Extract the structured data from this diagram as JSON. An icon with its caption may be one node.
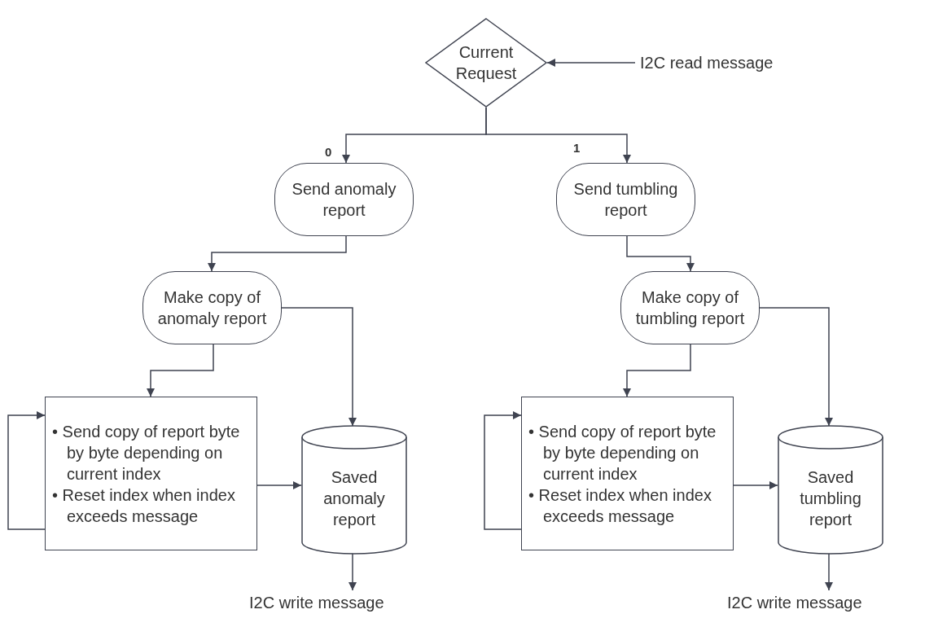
{
  "diagram": {
    "nodes": [
      {
        "text": [
          "Current Request"
        ]
      },
      {
        "text": [
          "I2C read message"
        ]
      },
      {
        "text": [
          "Send anomaly report"
        ]
      },
      {
        "text": [
          "Send tumbling report"
        ]
      },
      {
        "text": [
          "Make copy of anomaly report"
        ]
      },
      {
        "text": [
          "Make copy of tumbling report"
        ]
      },
      {
        "text": [
          "• Send copy of report byte by byte depending on current index",
          "• Reset index when index exceeds message"
        ]
      },
      {
        "text": [
          "Saved anomaly report"
        ]
      },
      {
        "text": [
          "• Send copy of report byte by byte depending on current index",
          "• Reset index when index exceeds message"
        ]
      },
      {
        "text": [
          "Saved tumbling report"
        ]
      },
      {
        "text": [
          "I2C write message"
        ]
      },
      {
        "text": [
          "I2C write message"
        ]
      }
    ],
    "edges": [
      {
        "from": 1,
        "to": 0,
        "arrow": "to"
      },
      {
        "from": 0,
        "to": 2,
        "arrow": "to",
        "label": "0"
      },
      {
        "from": 0,
        "to": 3,
        "arrow": "to",
        "label": "1"
      },
      {
        "from": 2,
        "to": 4,
        "arrow": "to"
      },
      {
        "from": 3,
        "to": 5,
        "arrow": "to"
      },
      {
        "from": 4,
        "to": 6,
        "arrow": "to"
      },
      {
        "from": 4,
        "to": 7,
        "arrow": "to"
      },
      {
        "from": 5,
        "to": 8,
        "arrow": "to"
      },
      {
        "from": 5,
        "to": 9,
        "arrow": "to"
      },
      {
        "from": 6,
        "to": 7,
        "arrow": "to"
      },
      {
        "from": 8,
        "to": 9,
        "arrow": "to"
      },
      {
        "from": 6,
        "to": 6,
        "arrow": "to"
      },
      {
        "from": 8,
        "to": 8,
        "arrow": "to"
      },
      {
        "from": 7,
        "to": 10,
        "arrow": "to"
      },
      {
        "from": 9,
        "to": 11,
        "arrow": "to"
      }
    ]
  }
}
